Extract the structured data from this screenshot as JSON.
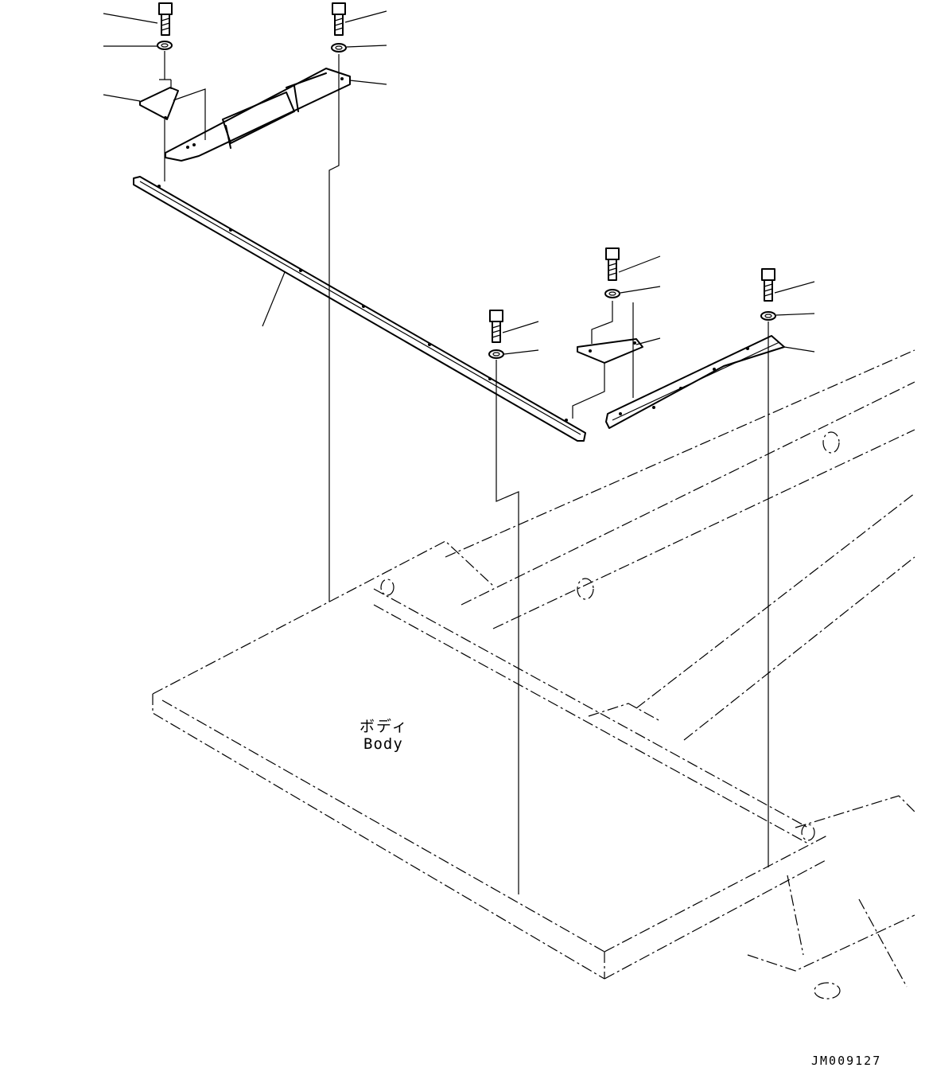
{
  "body_label": {
    "japanese": "ボディ",
    "english": "Body"
  },
  "drawing_id": "JM009127",
  "colors": {
    "line": "#000000",
    "background": "#ffffff"
  }
}
